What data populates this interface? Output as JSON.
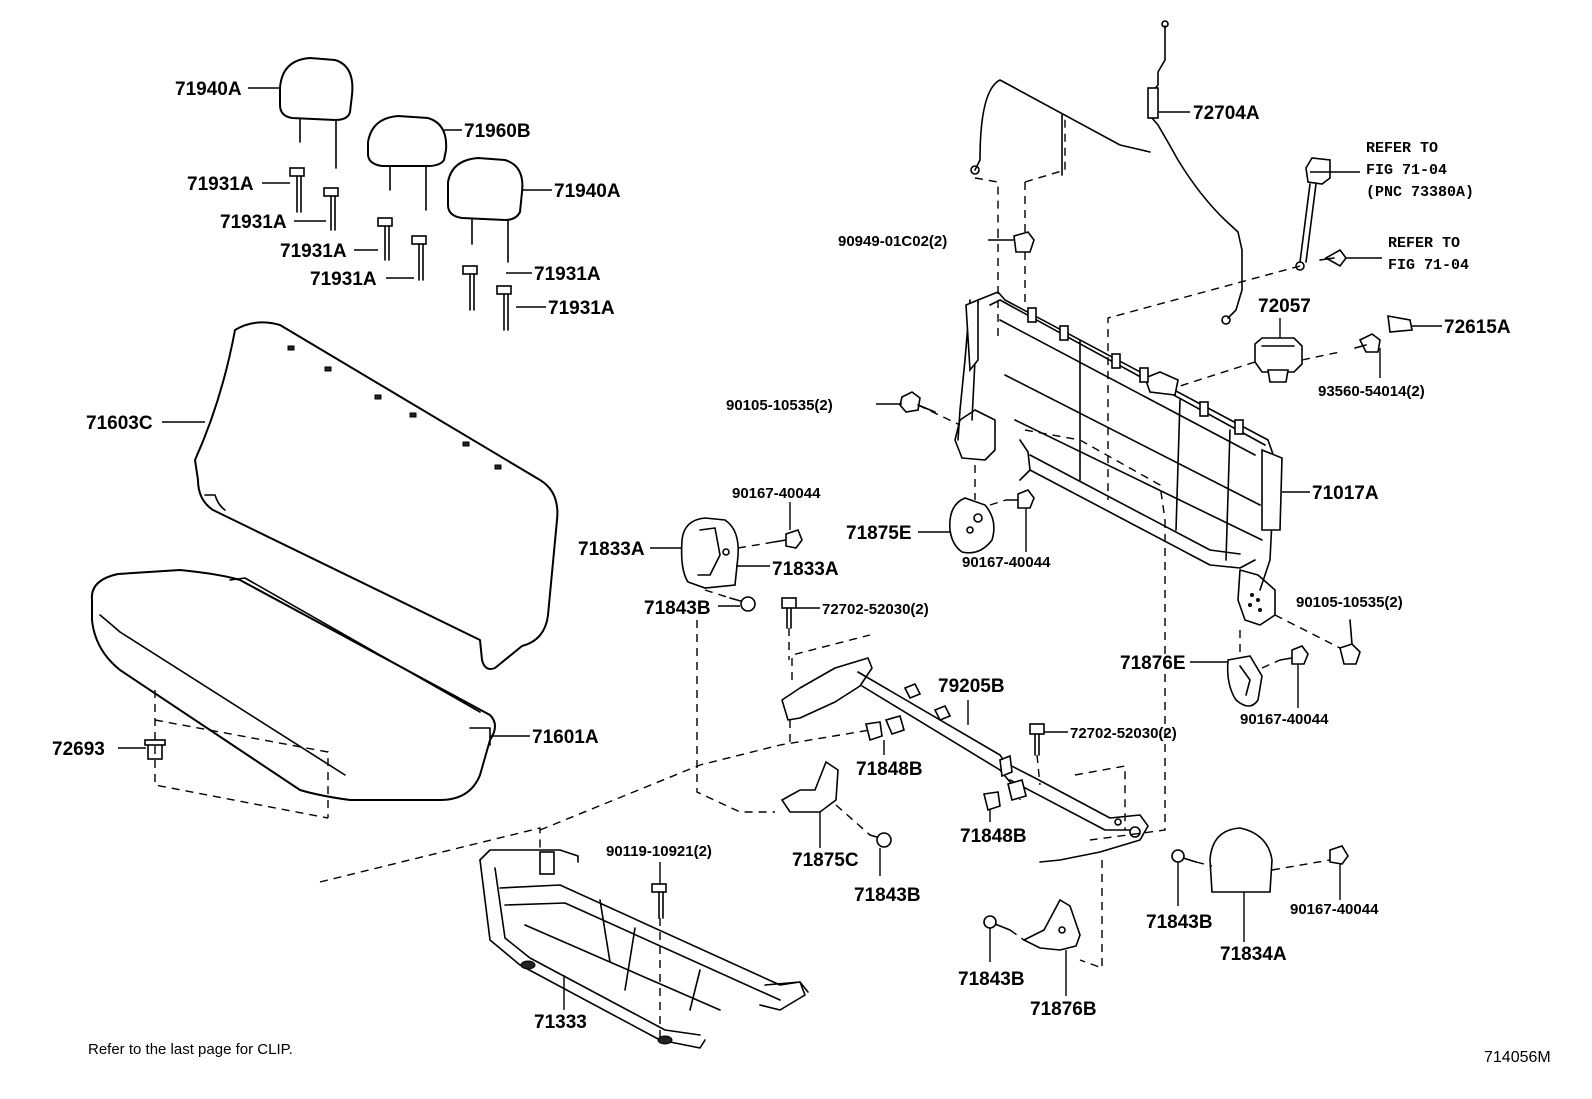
{
  "labels": {
    "p71940A_1": "71940A",
    "p71960B": "71960B",
    "p71940A_2": "71940A",
    "p71931A_1": "71931A",
    "p71931A_2": "71931A",
    "p71931A_3": "71931A",
    "p71931A_4": "71931A",
    "p71931A_5": "71931A",
    "p71931A_6": "71931A",
    "p71603C": "71603C",
    "p71601A": "71601A",
    "p72693": "72693",
    "p72704A": "72704A",
    "p90949": "90949-01C02(2)",
    "p72057": "72057",
    "p72615A": "72615A",
    "p93560": "93560-54014(2)",
    "p90105_1": "90105-10535(2)",
    "p90105_2": "90105-10535(2)",
    "p71017A": "71017A",
    "p90167_1": "90167-40044",
    "p90167_2": "90167-40044",
    "p90167_3": "90167-40044",
    "p90167_4": "90167-40044",
    "p71833A_1": "71833A",
    "p71833A_2": "71833A",
    "p71875E": "71875E",
    "p71843B_1": "71843B",
    "p71843B_2": "71843B",
    "p71843B_3": "71843B",
    "p71843B_4": "71843B",
    "p72702_1": "72702-52030(2)",
    "p72702_2": "72702-52030(2)",
    "p79205B": "79205B",
    "p71876E": "71876E",
    "p71848B_1": "71848B",
    "p71848B_2": "71848B",
    "p71875C": "71875C",
    "p90119": "90119-10921(2)",
    "p71834A": "71834A",
    "p71876B": "71876B",
    "p71333": "71333"
  },
  "references": {
    "ref1_line1": "REFER TO",
    "ref1_line2": "FIG 71-04",
    "ref1_line3": "(PNC 73380A)",
    "ref2_line1": "REFER TO",
    "ref2_line2": "FIG 71-04"
  },
  "footer": {
    "note": "Refer to the last page for CLIP.",
    "figure_id": "714056M"
  }
}
